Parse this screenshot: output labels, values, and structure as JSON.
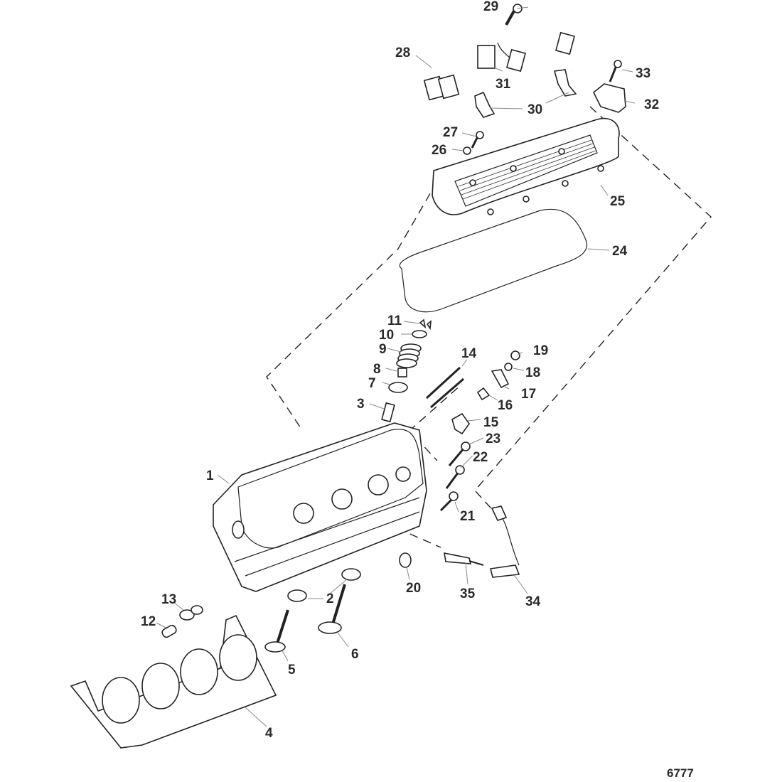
{
  "diagram": {
    "title": "Cylinder Head and Rocker Cover Exploded View",
    "reference_number": "6777",
    "callouts": [
      {
        "id": "1",
        "label": "1"
      },
      {
        "id": "2",
        "label": "2"
      },
      {
        "id": "3",
        "label": "3"
      },
      {
        "id": "4",
        "label": "4"
      },
      {
        "id": "5",
        "label": "5"
      },
      {
        "id": "6",
        "label": "6"
      },
      {
        "id": "7",
        "label": "7"
      },
      {
        "id": "8",
        "label": "8"
      },
      {
        "id": "9",
        "label": "9"
      },
      {
        "id": "10",
        "label": "10"
      },
      {
        "id": "11",
        "label": "11"
      },
      {
        "id": "12",
        "label": "12"
      },
      {
        "id": "13",
        "label": "13"
      },
      {
        "id": "14",
        "label": "14"
      },
      {
        "id": "15",
        "label": "15"
      },
      {
        "id": "16",
        "label": "16"
      },
      {
        "id": "17",
        "label": "17"
      },
      {
        "id": "18",
        "label": "18"
      },
      {
        "id": "19",
        "label": "19"
      },
      {
        "id": "20",
        "label": "20"
      },
      {
        "id": "21",
        "label": "21"
      },
      {
        "id": "22",
        "label": "22"
      },
      {
        "id": "23",
        "label": "23"
      },
      {
        "id": "24",
        "label": "24"
      },
      {
        "id": "25",
        "label": "25"
      },
      {
        "id": "26",
        "label": "26"
      },
      {
        "id": "27",
        "label": "27"
      },
      {
        "id": "28",
        "label": "28"
      },
      {
        "id": "29",
        "label": "29"
      },
      {
        "id": "30",
        "label": "30"
      },
      {
        "id": "31",
        "label": "31"
      },
      {
        "id": "32",
        "label": "32"
      },
      {
        "id": "33",
        "label": "33"
      },
      {
        "id": "34",
        "label": "34"
      },
      {
        "id": "35",
        "label": "35"
      }
    ]
  }
}
